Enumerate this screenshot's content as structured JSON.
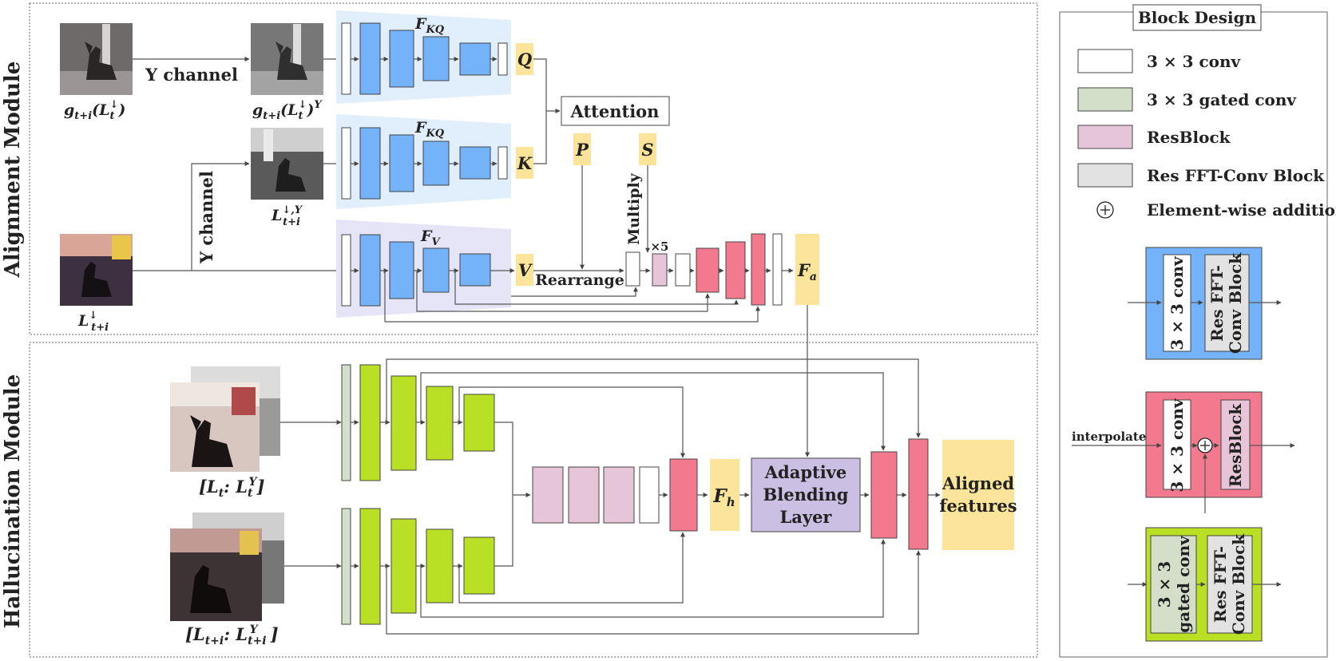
{
  "sections": {
    "alignment": "Alignment Module",
    "hallucination": "Hallucination Module",
    "block_design": "Block Design"
  },
  "labels": {
    "y_channel_1": "Y channel",
    "y_channel_2": "Y channel",
    "attention": "Attention",
    "multiply": "Multiply",
    "rearrange": "Rearrange",
    "times5": "×5",
    "adaptive_blending": [
      "Adaptive",
      "Blending",
      "Layer"
    ],
    "aligned_features": [
      "Aligned",
      "features"
    ]
  },
  "image_captions": {
    "g_input": "g_{t+i}(L_t^↓)",
    "g_y": "g_{t+i}(L_t^↓)^Y",
    "l_y": "L_{t+i}^{↓,Y}",
    "l_input": "L_{t+i}^↓",
    "hall_top": "[L_t: L_t^Y]",
    "hall_bottom": "[L_{t+i}: L_{t+i}^Y]"
  },
  "symbols": {
    "fkq_1": "F_KQ",
    "fkq_2": "F_KQ",
    "fv": "F_V",
    "q": "Q",
    "k": "K",
    "v": "V",
    "p": "P",
    "s": "S",
    "fa": "F_a",
    "fh": "F_h"
  },
  "legend": [
    {
      "label": "3 × 3 conv",
      "color": "#ffffff"
    },
    {
      "label": "3 × 3 gated conv",
      "color": "#d3dfc8"
    },
    {
      "label": "ResBlock",
      "color": "#e6c5d8"
    },
    {
      "label": "Res FFT-Conv Block",
      "color": "#e2e2e2"
    },
    {
      "label": "Element-wise addition",
      "color": "none"
    }
  ],
  "block_design": {
    "blue_block": {
      "inner": [
        "3 × 3 conv",
        "Res FFT-Conv Block"
      ]
    },
    "pink_block": {
      "input": "interpolate",
      "inner": [
        "3 × 3 conv",
        "ResBlock"
      ]
    },
    "green_block": {
      "inner": [
        "3 × 3 gated conv",
        "Res FFT-Conv Block"
      ]
    }
  },
  "colors": {
    "blue": "#74b3fa",
    "green": "#b9e024",
    "red": "#f3798e",
    "purple": "#cbbfe4",
    "yellow": "#fde49b",
    "gated": "#d3dfc8",
    "res": "#e6c5d8",
    "fft": "#e2e2e2"
  }
}
